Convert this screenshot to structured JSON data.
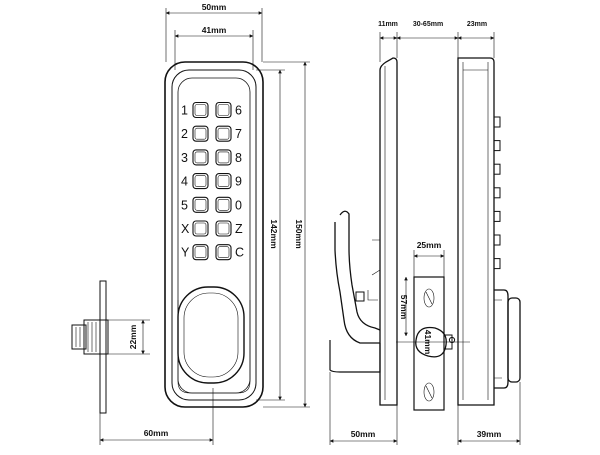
{
  "front_view": {
    "dimensions": {
      "width_outer": "50mm",
      "width_inner": "41mm",
      "height_outer": "150mm",
      "height_inner": "142mm",
      "latch_spacing": "22mm",
      "backset": "60mm"
    },
    "keypad": {
      "left_labels": [
        "1",
        "2",
        "3",
        "4",
        "5",
        "X",
        "Y"
      ],
      "right_labels": [
        "6",
        "7",
        "8",
        "9",
        "0",
        "Z",
        "C"
      ]
    }
  },
  "side_view": {
    "dimensions": {
      "top_left": "11mm",
      "door_thickness": "30-65mm",
      "top_right": "23mm",
      "bottom_left": "50mm",
      "bottom_right": "39mm",
      "plate_width": "25mm",
      "plate_height": "57mm",
      "spindle": "41mm"
    }
  },
  "colors": {
    "line": "#111111",
    "background": "#ffffff"
  }
}
